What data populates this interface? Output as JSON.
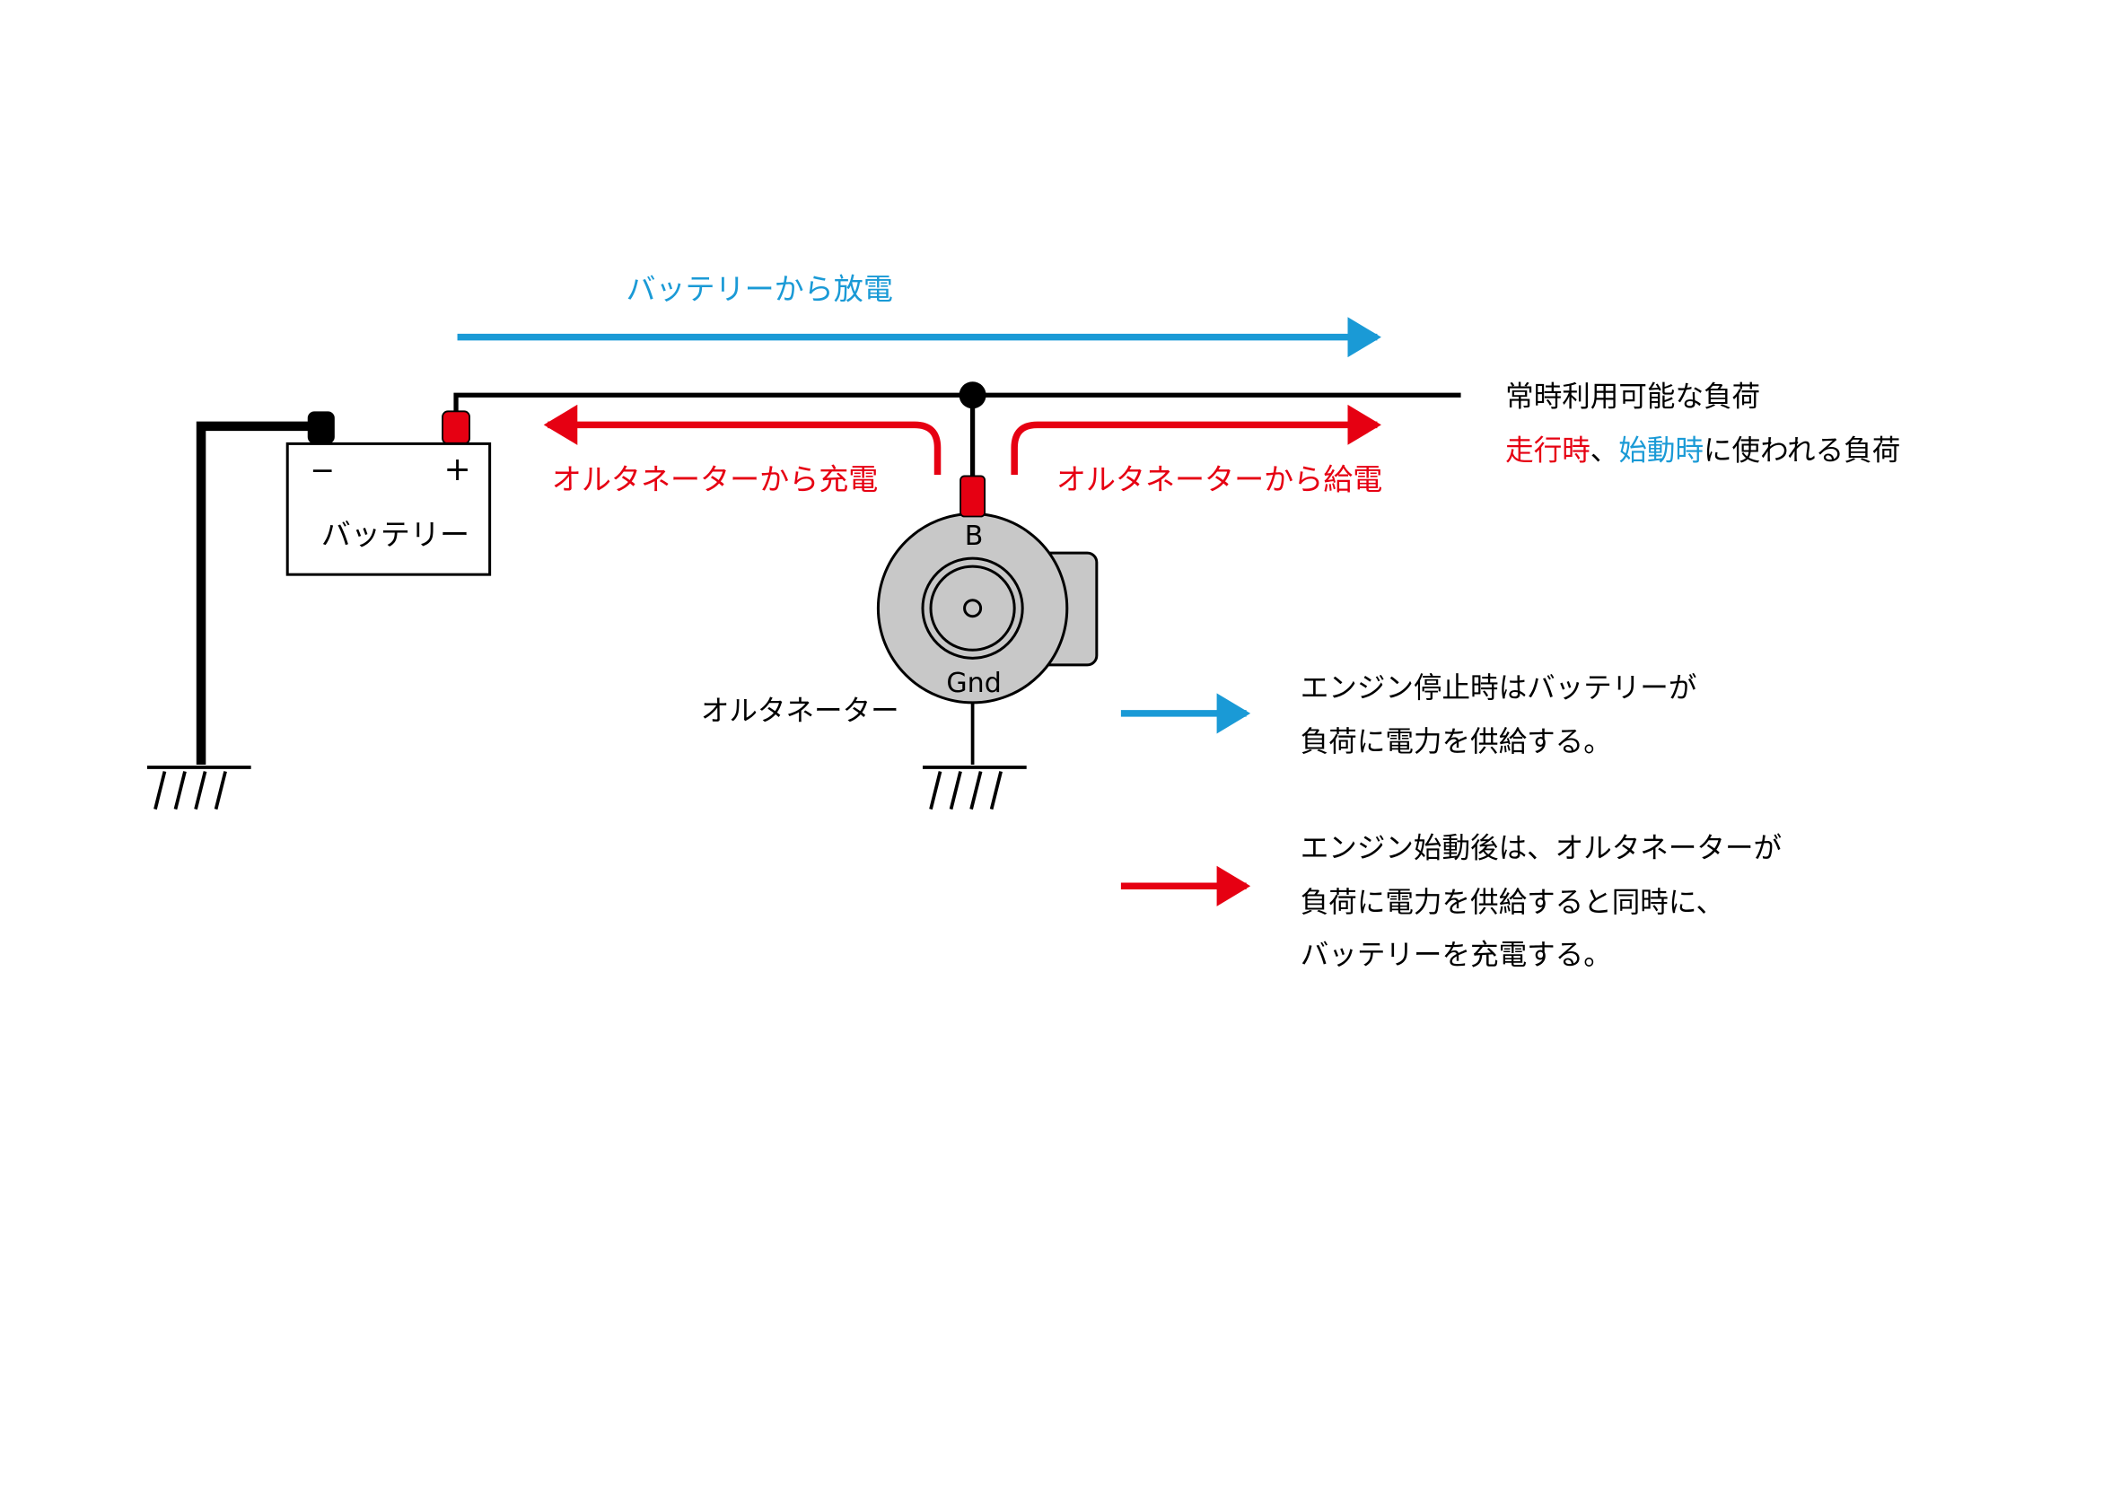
{
  "colors": {
    "blue": "#1a9ad6",
    "red": "#e60012",
    "black": "#000000",
    "alternator_fill": "#c8c8c8"
  },
  "labels": {
    "discharge": "バッテリーから放電",
    "charge": "オルタネーターから充電",
    "supply": "オルタネーターから給電",
    "battery": "バッテリー",
    "battery_minus": "−",
    "battery_plus": "+",
    "alt_b": "B",
    "alt_gnd": "Gnd",
    "alternator": "オルタネーター",
    "load_always": "常時利用可能な負荷",
    "load_running": "走行時",
    "load_sep": "、",
    "load_starting": "始動時",
    "load_rest": "に使われる負荷"
  },
  "legend": {
    "blue_lines": [
      "エンジン停止時はバッテリーが",
      "負荷に電力を供給する。"
    ],
    "red_lines": [
      "エンジン始動後は、オルタネーターが",
      "負荷に電力を供給すると同時に、",
      "バッテリーを充電する。"
    ]
  }
}
